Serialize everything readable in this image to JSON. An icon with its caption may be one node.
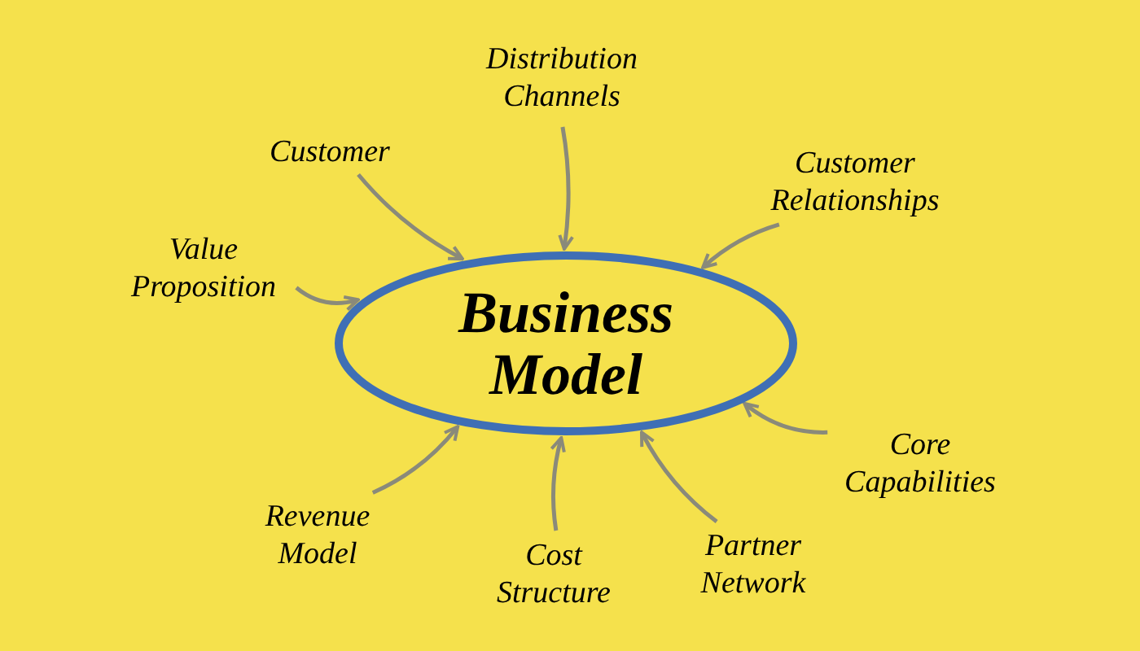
{
  "diagram": {
    "nodes": [
      {
        "text": [
          "Business Model"
        ]
      },
      {
        "text": [
          "Customer"
        ]
      },
      {
        "text": [
          "Distribution Channels"
        ]
      },
      {
        "text": [
          "Customer Relationships"
        ]
      },
      {
        "text": [
          "Value Proposition"
        ]
      },
      {
        "text": [
          "Core Capabilities"
        ]
      },
      {
        "text": [
          "Revenue Model"
        ]
      },
      {
        "text": [
          "Cost Structure"
        ]
      },
      {
        "text": [
          "Partner Network"
        ]
      }
    ],
    "edges": [
      {
        "from": 1,
        "to": 0,
        "arrow": "to"
      },
      {
        "from": 2,
        "to": 0,
        "arrow": "to"
      },
      {
        "from": 3,
        "to": 0,
        "arrow": "to"
      },
      {
        "from": 4,
        "to": 0,
        "arrow": "to"
      },
      {
        "from": 5,
        "to": 0,
        "arrow": "to"
      },
      {
        "from": 6,
        "to": 0,
        "arrow": "to"
      },
      {
        "from": 7,
        "to": 0,
        "arrow": "to"
      },
      {
        "from": 8,
        "to": 0,
        "arrow": "to"
      }
    ]
  }
}
